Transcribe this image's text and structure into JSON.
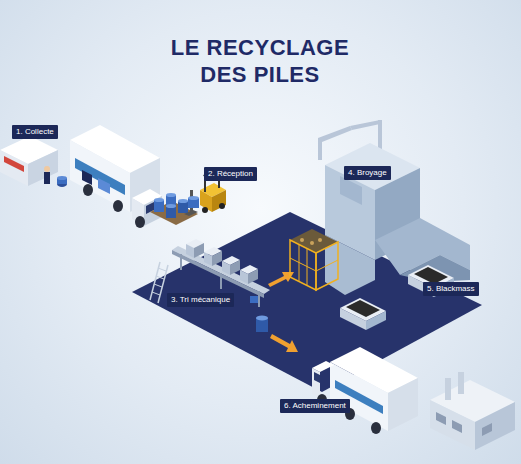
{
  "diagram": {
    "title": "LE RECYCLAGE DES PILES",
    "nodes": [
      {
        "text": [
          "1. Collecte"
        ]
      },
      {
        "text": [
          "2. Réception"
        ]
      },
      {
        "text": [
          "3. Tri mécanique"
        ]
      },
      {
        "text": [
          "4. Broyage"
        ]
      },
      {
        "text": [
          "5. Blackmass"
        ]
      },
      {
        "text": [
          "6. Acheminement"
        ]
      }
    ]
  }
}
